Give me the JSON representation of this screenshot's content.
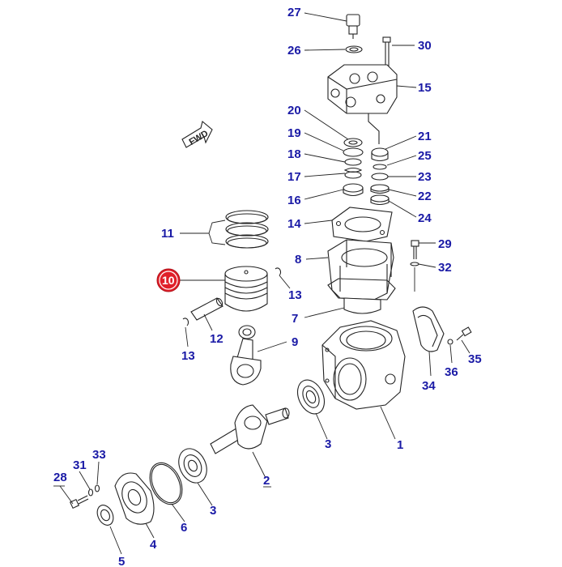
{
  "diagram": {
    "direction_marker": "FWD",
    "highlighted_callout": "10",
    "callouts": [
      "27",
      "26",
      "30",
      "15",
      "20",
      "19",
      "18",
      "17",
      "16",
      "21",
      "25",
      "23",
      "22",
      "24",
      "14",
      "29",
      "32",
      "8",
      "7",
      "11",
      "10",
      "13",
      "12",
      "13",
      "9",
      "35",
      "36",
      "34",
      "1",
      "3",
      "2",
      "3",
      "4",
      "5",
      "6",
      "28",
      "31",
      "33"
    ],
    "colors": {
      "callout": "#1a1aa6",
      "highlight": "#e0202a",
      "line": "#222222"
    }
  }
}
